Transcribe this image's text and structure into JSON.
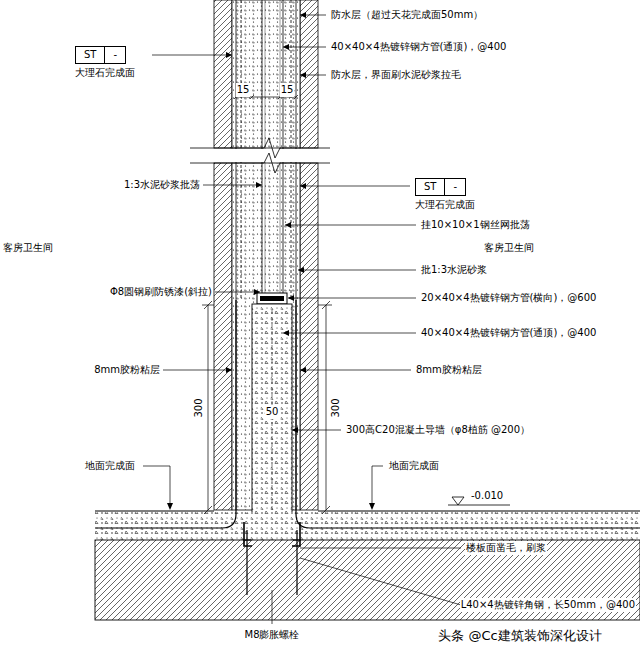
{
  "diagram": {
    "nodes": [
      {
        "text": [
          "ST",
          "-",
          "大理石完成面"
        ]
      },
      {
        "text": [
          "ST",
          "-",
          "大理石完成面"
        ]
      }
    ],
    "labels": [
      "防水层（超过天花完成面50mm）",
      "40×40×4热镀锌钢方管(通顶)，@400",
      "防水层，界面刷水泥砂浆拉毛",
      "15",
      "15",
      "1:3水泥砂浆批荡",
      "挂10×10×1钢丝网批荡",
      "客房卫生间",
      "客房卫生间",
      "批1:3水泥砂浆",
      "Φ8圆钢刷防锈漆(斜拉)",
      "20×40×4热镀锌钢方管(横向)，@600",
      "40×40×4热镀锌钢方管(通顶)，@400",
      "8mm胶粉粘层",
      "8mm胶粉粘层",
      "300",
      "300",
      "50",
      "300高C20混凝土导墙（φ8植筋 @200）",
      "地面完成面",
      "地面完成面",
      "-0.010",
      "楼板面凿毛，刷浆",
      "L40×4热镀锌角钢，长50mm，@400",
      "M8膨胀螺栓",
      "头条 @Cc建筑装饰深化设计"
    ]
  }
}
